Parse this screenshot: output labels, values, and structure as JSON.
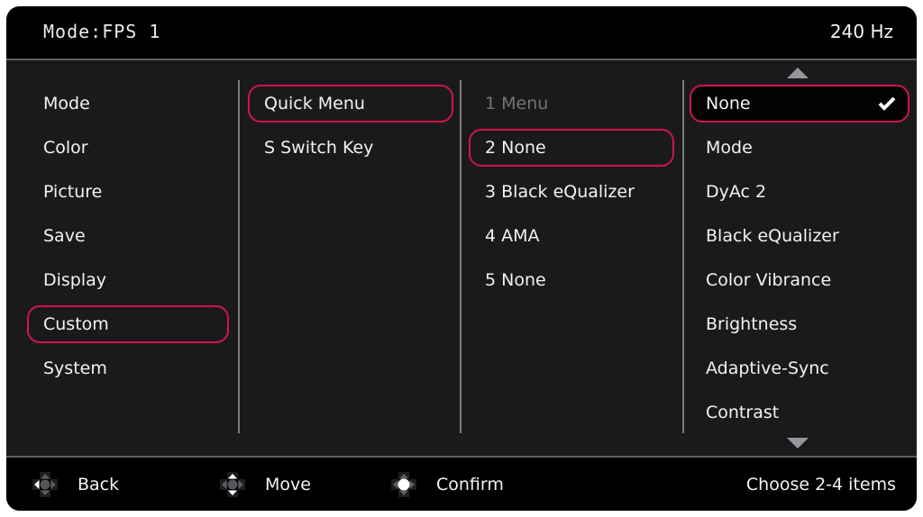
{
  "colors": {
    "accent": "#d01648",
    "panel_bg": "#1a1a1c",
    "bar_bg": "#000000",
    "divider": "#7c7c80",
    "text": "#f2f2f2",
    "dimmed_text": "#737378"
  },
  "header": {
    "mode_label": "Mode:FPS 1",
    "refresh_rate": "240 Hz"
  },
  "nav": {
    "items": [
      {
        "label": "Mode",
        "selected": false
      },
      {
        "label": "Color",
        "selected": false
      },
      {
        "label": "Picture",
        "selected": false
      },
      {
        "label": "Save",
        "selected": false
      },
      {
        "label": "Display",
        "selected": false
      },
      {
        "label": "Custom",
        "selected": true
      },
      {
        "label": "System",
        "selected": false
      }
    ]
  },
  "submenu": {
    "items": [
      {
        "label": "Quick Menu",
        "selected": true
      },
      {
        "label": "S Switch Key",
        "selected": false
      }
    ]
  },
  "slots": {
    "items": [
      {
        "label": "1 Menu",
        "disabled": true,
        "selected": false
      },
      {
        "label": "2 None",
        "disabled": false,
        "selected": true
      },
      {
        "label": "3 Black eQualizer",
        "disabled": false,
        "selected": false
      },
      {
        "label": "4 AMA",
        "disabled": false,
        "selected": false
      },
      {
        "label": "5 None",
        "disabled": false,
        "selected": false
      }
    ]
  },
  "options": {
    "scroll_up": true,
    "scroll_down": true,
    "items": [
      {
        "label": "None",
        "selected": true,
        "checked": true
      },
      {
        "label": "Mode",
        "selected": false,
        "checked": false
      },
      {
        "label": "DyAc 2",
        "selected": false,
        "checked": false
      },
      {
        "label": "Black eQualizer",
        "selected": false,
        "checked": false
      },
      {
        "label": "Color Vibrance",
        "selected": false,
        "checked": false
      },
      {
        "label": "Brightness",
        "selected": false,
        "checked": false
      },
      {
        "label": "Adaptive-Sync",
        "selected": false,
        "checked": false
      },
      {
        "label": "Contrast",
        "selected": false,
        "checked": false
      }
    ]
  },
  "footer": {
    "hints": [
      {
        "label": "Back",
        "icon": "joystick-left-icon"
      },
      {
        "label": "Move",
        "icon": "joystick-vertical-icon"
      },
      {
        "label": "Confirm",
        "icon": "joystick-press-icon"
      }
    ],
    "note": "Choose 2-4 items"
  }
}
